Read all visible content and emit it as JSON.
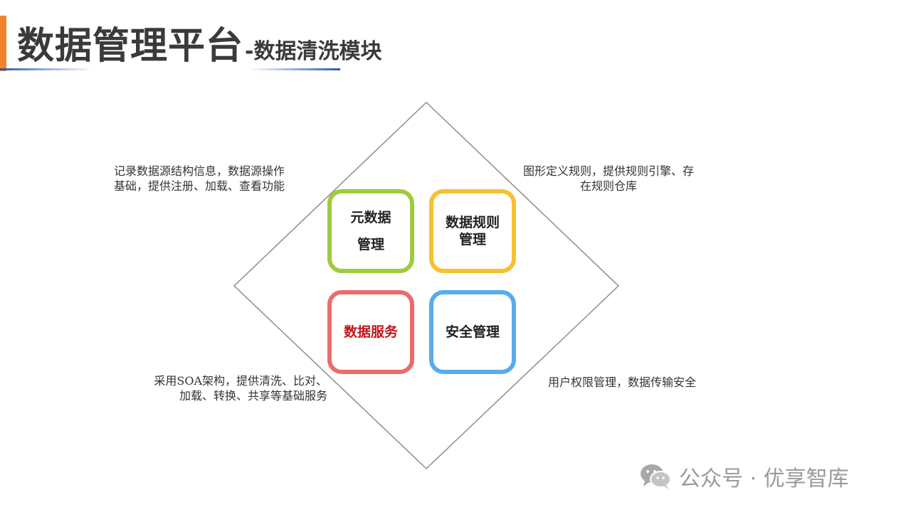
{
  "header": {
    "title_main": "数据管理平台",
    "title_sub": "-数据清洗模块"
  },
  "boxes": {
    "metadata": {
      "line1": "元数据",
      "line2": "管理",
      "color": "#9fcb3d"
    },
    "rules": {
      "line1": "数据规则",
      "line2": "管理",
      "color": "#f6c02f"
    },
    "service": {
      "line1": "数据服务",
      "color": "#ee6b6b",
      "text_color": "#c0161b"
    },
    "security": {
      "line1": "安全管理",
      "color": "#5aabeb"
    }
  },
  "descriptions": {
    "top_left": {
      "line1": "记录数据源结构信息，数据源操作",
      "line2": "基础，提供注册、加载、查看功能"
    },
    "top_right": {
      "line1": "图形定义规则，提供规则引擎、存",
      "line2": "在规则仓库"
    },
    "bottom_left": {
      "line1": "采用SOA架构，提供清洗、比对、",
      "line2": "加载、转换、共享等基础服务"
    },
    "bottom_right": {
      "line1": "用户权限管理，数据传输安全"
    }
  },
  "watermark": {
    "icon": "wechat-icon",
    "text": "公众号 · 优享智库"
  }
}
